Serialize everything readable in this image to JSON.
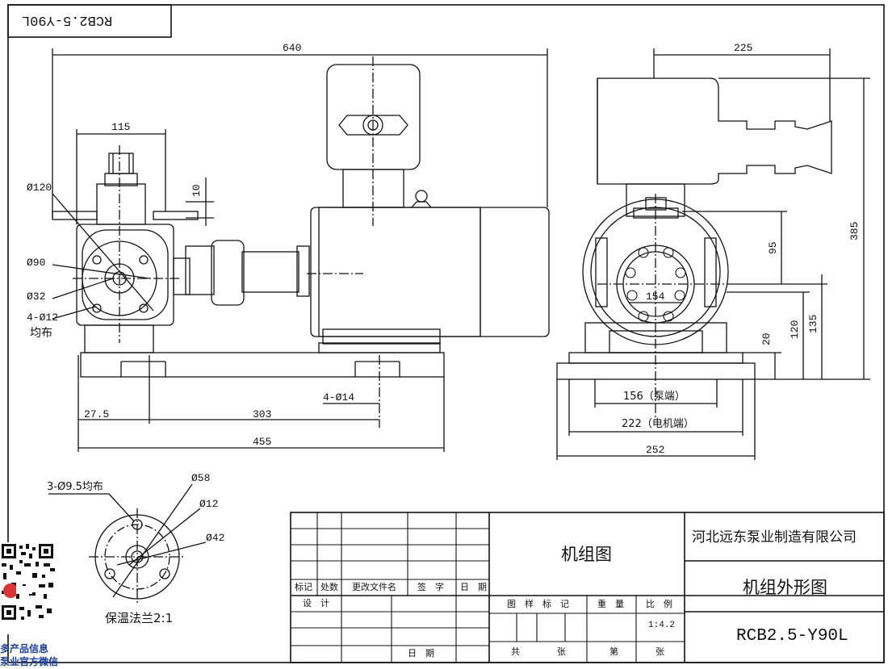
{
  "model_code_mirrored": "RCB2.5-Y90L",
  "dimensions": {
    "overall_length": "640",
    "flange_width": "115",
    "dia_120": "Ø120",
    "dia_90": "Ø90",
    "dia_32": "Ø32",
    "holes_4": "4-Ø12",
    "evenly": "均布",
    "d10": "10",
    "d27_5": "27.5",
    "d303": "303",
    "d455": "455",
    "holes_base": "4-Ø14",
    "d225": "225",
    "d385": "385",
    "d95": "95",
    "d154": "154",
    "d135": "135",
    "d120": "120",
    "d20": "20",
    "pump_end": "156（泵端）",
    "motor_end": "222（电机端）",
    "d252": "252"
  },
  "flange_detail": {
    "holes": "3-Ø9.5均布",
    "d58": "Ø58",
    "d12": "Ø12",
    "d42": "Ø42",
    "caption": "保温法兰2:1"
  },
  "title_block": {
    "company": "河北远东泵业制造有限公司",
    "drawing_type": "机组图",
    "drawing_title": "机组外形图",
    "model": "RCB2.5-Y90L",
    "h_mark": "标记",
    "h_count": "处数",
    "h_change_doc": "更改文件名",
    "h_sign": "签　字",
    "h_date": "日　期",
    "design": "设　计",
    "date2": "日　期",
    "stage_mark": "图　样　标　记",
    "weight": "重　量",
    "scale_label": "比　例",
    "scale_value": "1:4.2",
    "total": "共",
    "sheets": "张",
    "sheet_no": "第",
    "sheets2": "张"
  },
  "watermark": {
    "line1": "多产品信息",
    "line2": "泵业官方微信"
  }
}
